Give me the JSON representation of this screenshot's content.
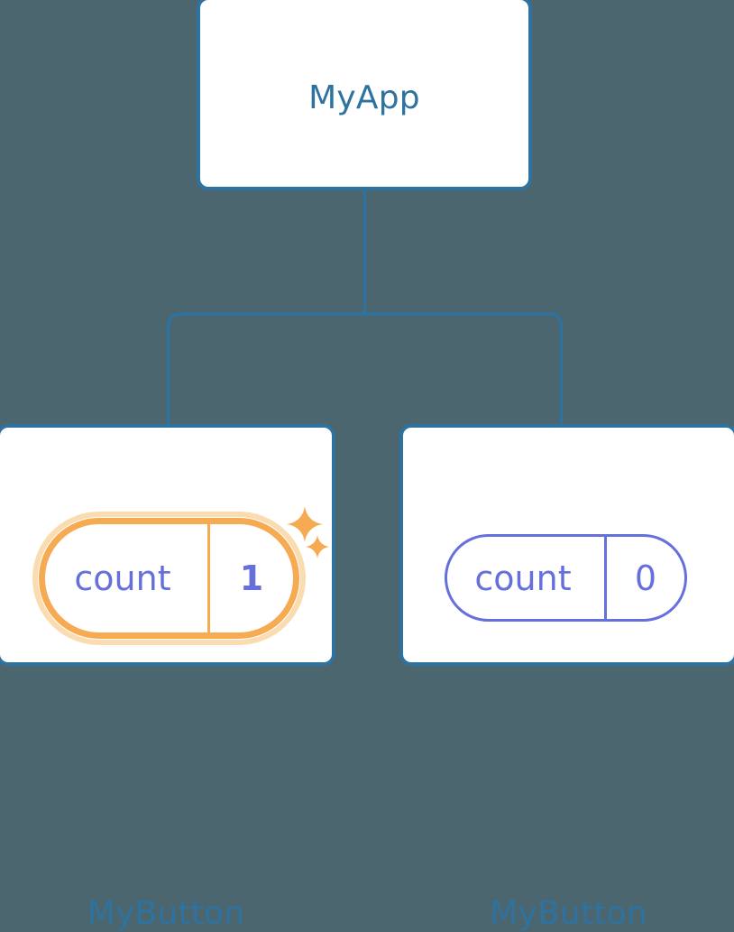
{
  "diagram": {
    "type": "component-tree",
    "background_color": "#4c666f",
    "node_border_color": "#2e72a0",
    "node_fill_color": "#ffffff",
    "connector_color": "#2e72a0",
    "state_idle_color": "#6670dd",
    "state_highlight_color": "#f6aa52",
    "state_highlight_glow_color": "#fbdcb0",
    "sparkle_color": "#f6aa52"
  },
  "root": {
    "title": "MyApp"
  },
  "children": [
    {
      "title": "MyButton",
      "state": {
        "key": "count",
        "value": "1"
      },
      "highlighted": true,
      "sparkles": 2
    },
    {
      "title": "MyButton",
      "state": {
        "key": "count",
        "value": "0"
      },
      "highlighted": false,
      "sparkles": 0
    }
  ]
}
